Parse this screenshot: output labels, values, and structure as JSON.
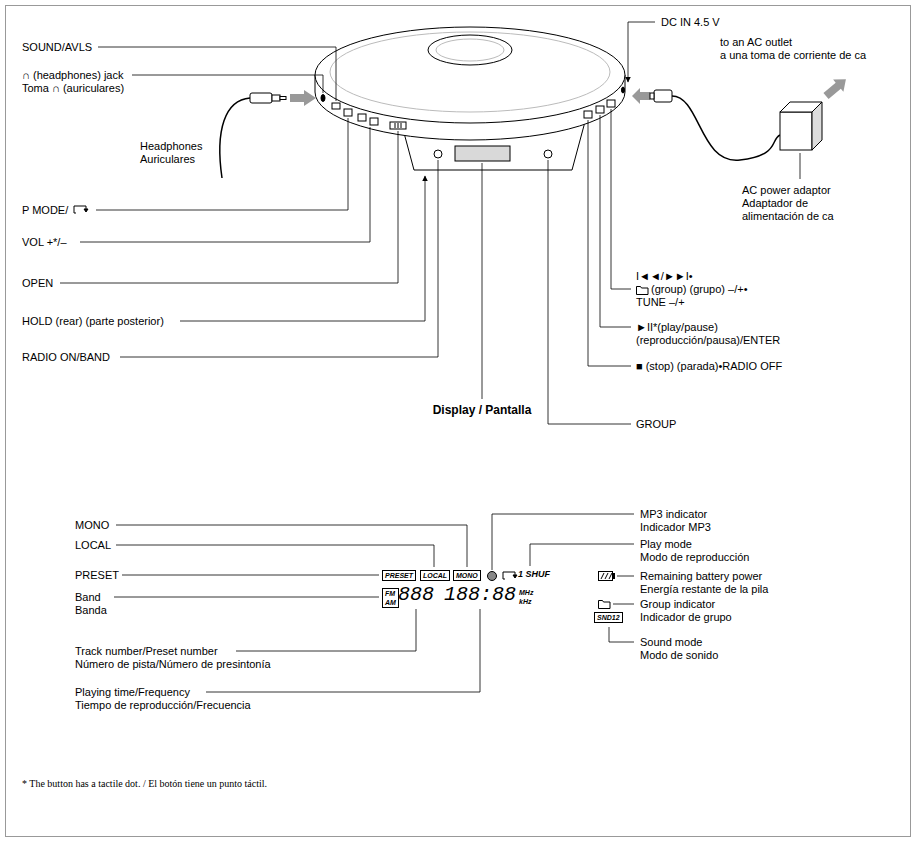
{
  "diagram": {
    "nodes": [
      {
        "text": [
          "PRESET"
        ]
      },
      {
        "text": [
          "LOCAL"
        ]
      },
      {
        "text": [
          "MONO"
        ]
      },
      {
        "text": [
          "FM",
          "AM"
        ]
      },
      {
        "text": [
          "SND12"
        ]
      }
    ],
    "labels": [
      "SOUND/AVLS",
      "∩ (headphones) jack",
      "Toma ∩ (auriculares)",
      "Headphones",
      "Auriculares",
      "P MODE/",
      "VOL +*/–",
      "OPEN",
      "HOLD (rear) (parte posterior)",
      "RADIO ON/BAND",
      "Display / Pantalla",
      "DC IN 4.5 V",
      "to an AC outlet",
      "a una toma de corriente de ca",
      "AC power adaptor",
      "Adaptador de alimentación de ca",
      "I◄◄/►►I•",
      "(group) (grupo) –/+•",
      "TUNE –/+",
      "►II*(play/pause)",
      "(reproducción/pausa)/ENTER",
      "■ (stop) (parada)•RADIO OFF",
      "GROUP",
      "MONO",
      "LOCAL",
      "PRESET",
      "Band",
      "Banda",
      "Track number/Preset number",
      "Número de pista/Número de presintonía",
      "Playing time/Frequency",
      "Tiempo de reproducción/Frecuencia",
      "MP3 indicator",
      "Indicador MP3",
      "Play mode",
      "Modo de reproducción",
      "Remaining battery power",
      "Energía restante de la pila",
      "Group indicator",
      "Indicador de grupo",
      "Sound mode",
      "Modo de sonido",
      "888",
      "188:88",
      "MHz",
      "kHz",
      "1 SHUF",
      "* The button has a tactile dot. / El botón tiene un punto táctil."
    ]
  }
}
